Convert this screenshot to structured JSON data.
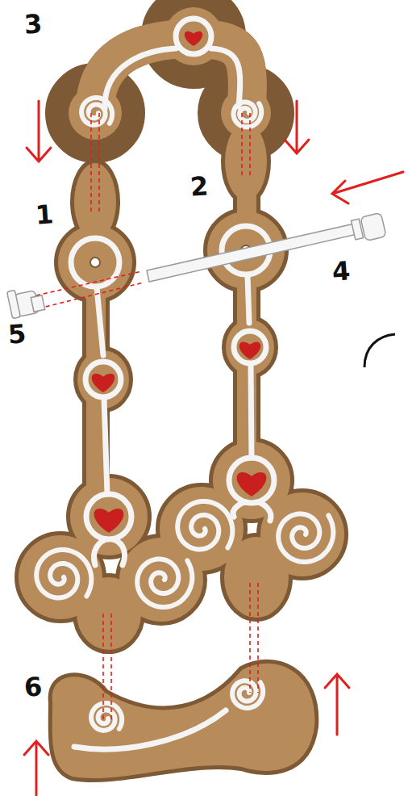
{
  "diagram": {
    "labels": [
      "3",
      "2",
      "1",
      "4",
      "5",
      "6"
    ]
  }
}
